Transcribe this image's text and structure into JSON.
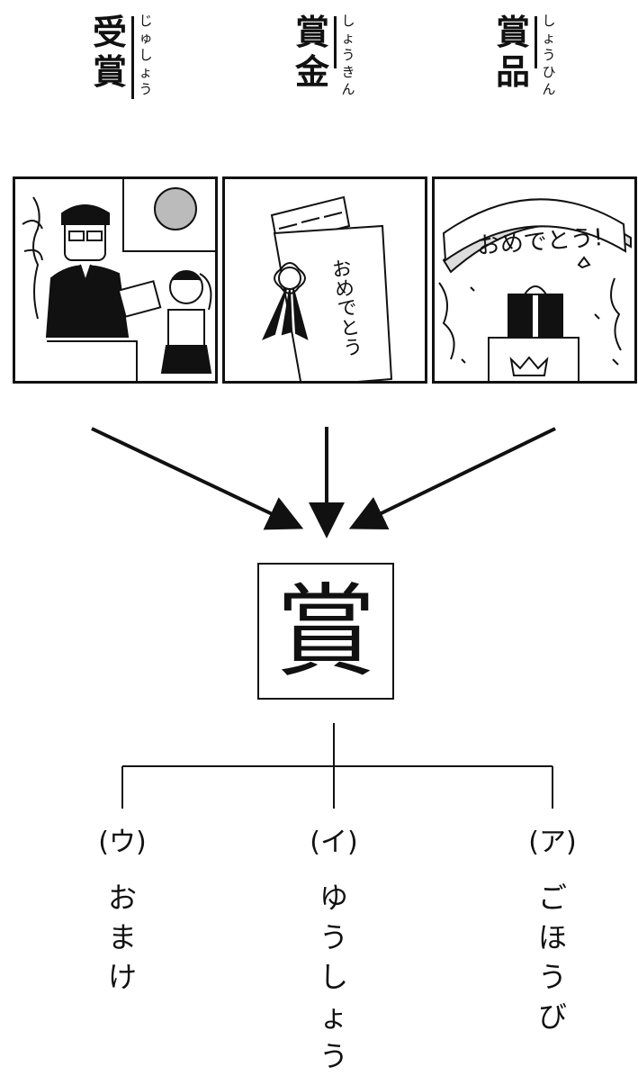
{
  "words": [
    {
      "kanji": "受\n賞",
      "ruby": "じゅ\nしょう"
    },
    {
      "kanji": "賞\n金",
      "ruby": "しょう\nきん"
    },
    {
      "kanji": "賞\n品",
      "ruby": "しょう\nひん"
    }
  ],
  "panels": {
    "middle_envelope_text": "おめでとう",
    "right_banner_text": "おめでとう!"
  },
  "center_kanji": "賞",
  "options": [
    {
      "label": "(ウ)",
      "text": "おまけ"
    },
    {
      "label": "(イ)",
      "text": "ゆうしょう"
    },
    {
      "label": "(ア)",
      "text": "ごほうび"
    }
  ]
}
